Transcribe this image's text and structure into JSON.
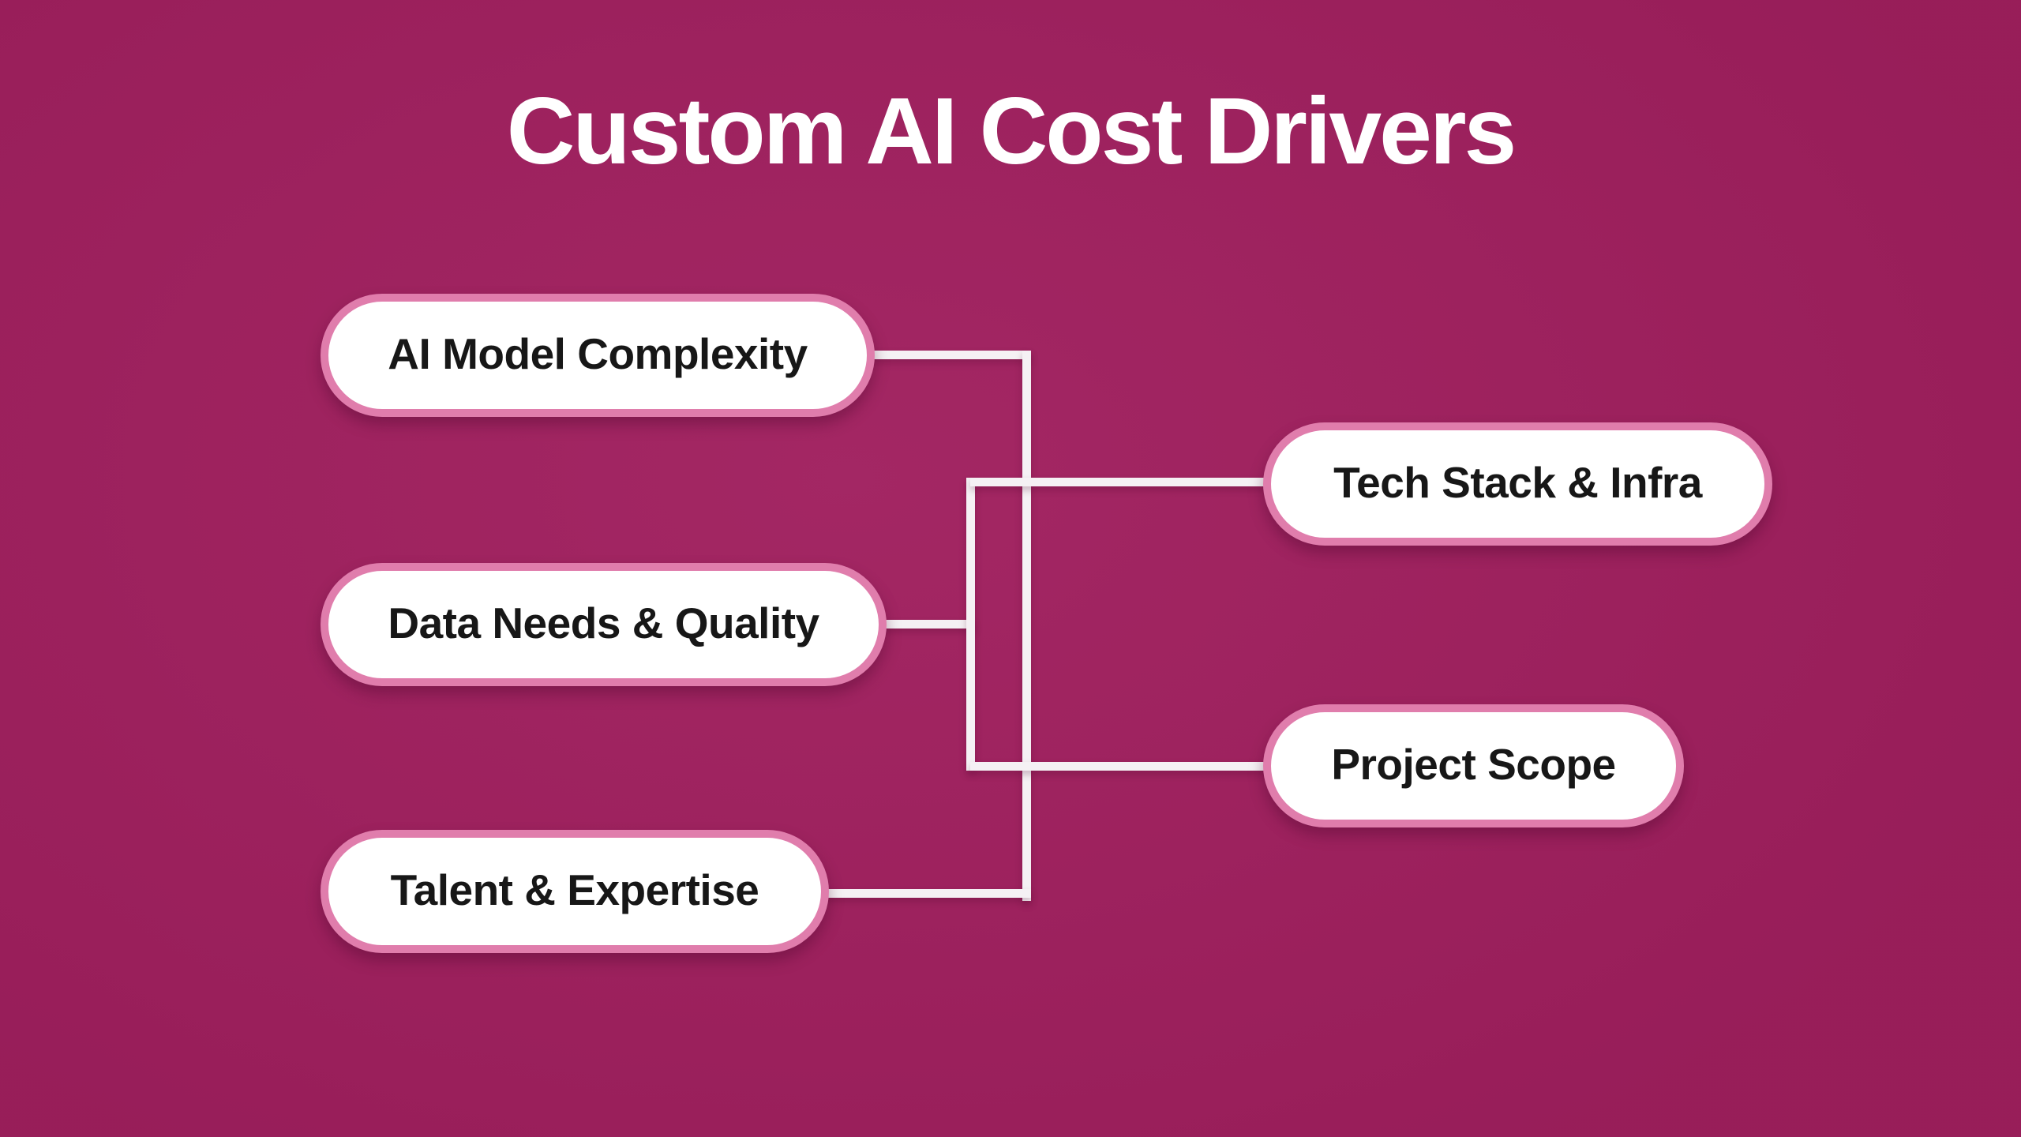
{
  "title": "Custom AI Cost Drivers",
  "diagram": {
    "nodes": [
      {
        "id": "ai-model-complexity",
        "label": "AI Model Complexity",
        "side": "left"
      },
      {
        "id": "data-needs-quality",
        "label": "Data Needs & Quality",
        "side": "left"
      },
      {
        "id": "talent-expertise",
        "label": "Talent & Expertise",
        "side": "left"
      },
      {
        "id": "tech-stack-infra",
        "label": "Tech Stack & Infra",
        "side": "right"
      },
      {
        "id": "project-scope",
        "label": "Project Scope",
        "side": "right"
      }
    ],
    "edges": [
      {
        "from": "ai-model-complexity",
        "to": "hub"
      },
      {
        "from": "data-needs-quality",
        "to": "hub"
      },
      {
        "from": "talent-expertise",
        "to": "hub"
      },
      {
        "from": "hub",
        "to": "tech-stack-infra"
      },
      {
        "from": "hub",
        "to": "project-scope"
      }
    ],
    "colors": {
      "background": "#a01f5e",
      "node_fill": "#ffffff",
      "node_border": "#e07dac",
      "node_text": "#171717",
      "connector": "#f5f1f4",
      "title_text": "#ffffff"
    }
  }
}
